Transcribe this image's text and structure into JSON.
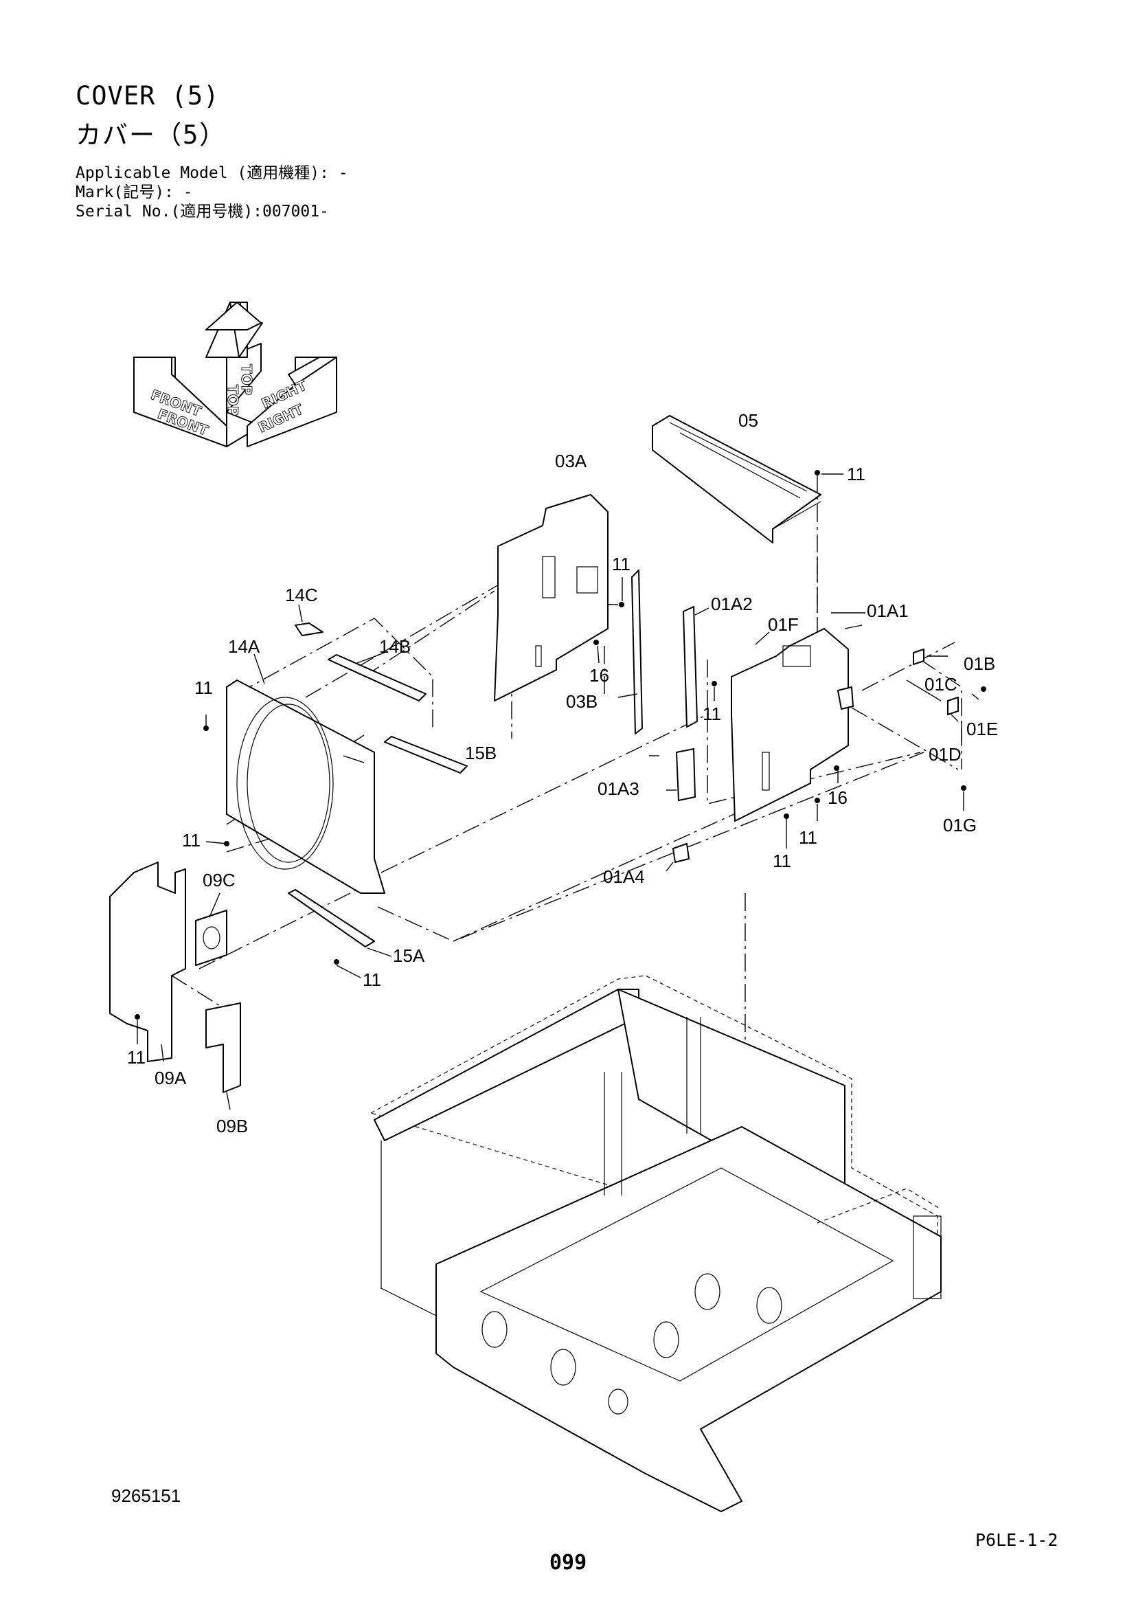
{
  "header": {
    "title_en": "COVER (5)",
    "title_jp": "カバー（5）",
    "applicable_model": "Applicable Model (適用機種): -",
    "mark": "Mark(記号): -",
    "serial_no": "Serial No.(適用号機):007001-"
  },
  "orientation": {
    "top": "TOP",
    "front": "FRONT",
    "right": "RIGHT"
  },
  "callouts": [
    "05",
    "11",
    "03A",
    "11",
    "01A2",
    "01A1",
    "01F",
    "14C",
    "14A",
    "14B",
    "01B",
    "11",
    "16",
    "01C",
    "03B",
    "11",
    "01E",
    "15B",
    "01D",
    "01A3",
    "16",
    "11",
    "11",
    "01G",
    "11",
    "11",
    "09C",
    "01A4",
    "15A",
    "11",
    "11",
    "09A",
    "09B"
  ],
  "footer": {
    "drawing_ref": "9265151",
    "page_code": "P6LE-1-2",
    "page_number": "099"
  }
}
